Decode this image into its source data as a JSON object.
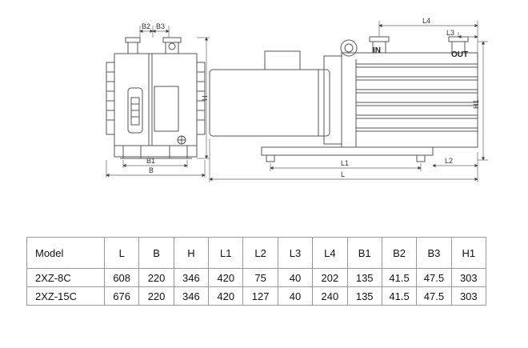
{
  "labels": {
    "b2": "B2",
    "b3": "B3",
    "b1": "B1",
    "b": "B",
    "h": "H",
    "l": "L",
    "l1": "L1",
    "l2": "L2",
    "l3": "L3",
    "l4": "L4",
    "h1": "H1",
    "inlet": "IN",
    "outlet": "OUT"
  },
  "table": {
    "headers": [
      "Model",
      "L",
      "B",
      "H",
      "L1",
      "L2",
      "L3",
      "L4",
      "B1",
      "B2",
      "B3",
      "H1"
    ],
    "rows": [
      [
        "2XZ-8C",
        "608",
        "220",
        "346",
        "420",
        "75",
        "40",
        "202",
        "135",
        "41.5",
        "47.5",
        "303"
      ],
      [
        "2XZ-15C",
        "676",
        "220",
        "346",
        "420",
        "127",
        "40",
        "240",
        "135",
        "41.5",
        "47.5",
        "303"
      ]
    ]
  }
}
